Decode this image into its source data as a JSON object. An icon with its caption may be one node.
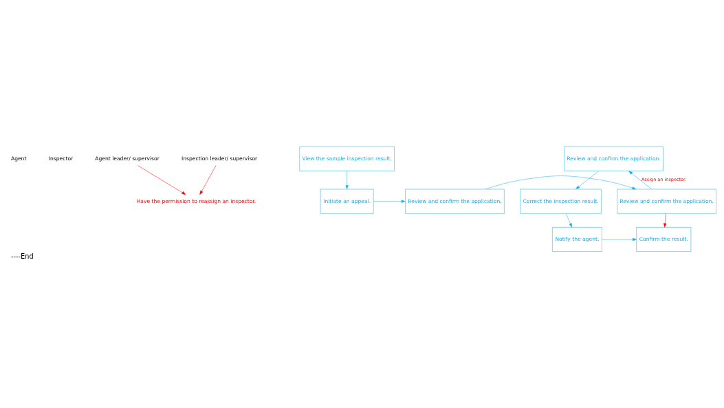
{
  "diagram": {
    "caption": "----End",
    "nodes": [
      {
        "text": [
          "Agent leader/ supervisor"
        ]
      },
      {
        "text": [
          "Inspection leader/ supervisor"
        ]
      },
      {
        "text": [
          "Have the permission to reassign an inspector."
        ]
      },
      {
        "text": [
          "View the sample inspection result."
        ]
      },
      {
        "text": [
          "Initiate an appeal."
        ]
      },
      {
        "text": [
          "Review and confirm the application."
        ]
      },
      {
        "text": [
          "Review and confirm the application."
        ]
      },
      {
        "text": [
          "Review and confirm the application."
        ]
      },
      {
        "text": [
          "Correct the inspection result."
        ]
      },
      {
        "text": [
          "Notify the agent."
        ]
      },
      {
        "text": [
          "Confirm the result."
        ]
      }
    ],
    "edges": [
      {
        "from": 0,
        "to": 2,
        "arrow": "to",
        "color": "#ff0000"
      },
      {
        "from": 1,
        "to": 2,
        "arrow": "to",
        "color": "#ff0000"
      },
      {
        "from": 3,
        "to": 4,
        "arrow": "to"
      },
      {
        "from": 4,
        "to": 5,
        "arrow": "to"
      },
      {
        "from": 5,
        "to": 6,
        "arrow": "to"
      },
      {
        "from": 6,
        "to": 7,
        "arrow": "to",
        "label": "Assign an inspector."
      },
      {
        "from": 6,
        "to": 10,
        "arrow": "to",
        "color": "#ff0000"
      },
      {
        "from": 7,
        "to": 8,
        "arrow": "to"
      },
      {
        "from": 8,
        "to": 9,
        "arrow": "to"
      },
      {
        "from": 9,
        "to": 10,
        "arrow": "to"
      }
    ],
    "labels": [
      "Agent",
      "Inspector"
    ]
  }
}
